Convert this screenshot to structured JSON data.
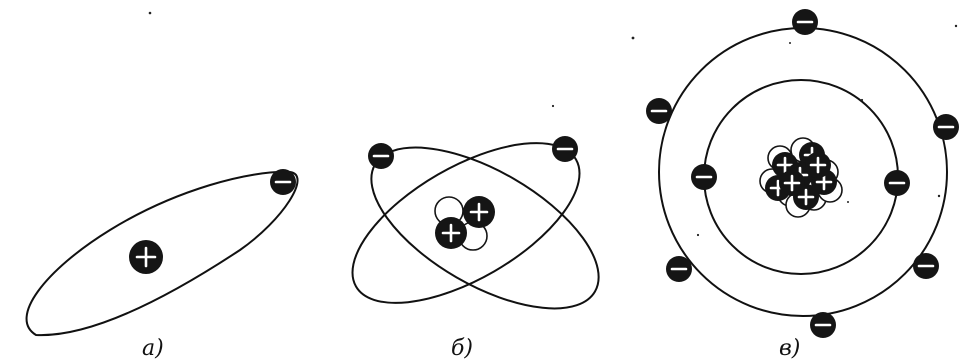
{
  "labels": {
    "a": "а)",
    "b": "б)",
    "c": "в)"
  },
  "atoms": [
    {
      "label_key": "a",
      "protons": 1,
      "neutrons": 0,
      "electrons": 1
    },
    {
      "label_key": "b",
      "protons": 2,
      "neutrons": 2,
      "electrons": 2
    },
    {
      "label_key": "c",
      "protons": 8,
      "neutrons": 8,
      "electrons": 8
    }
  ],
  "colors": {
    "ink": "#151515",
    "paper": "#ffffff"
  }
}
